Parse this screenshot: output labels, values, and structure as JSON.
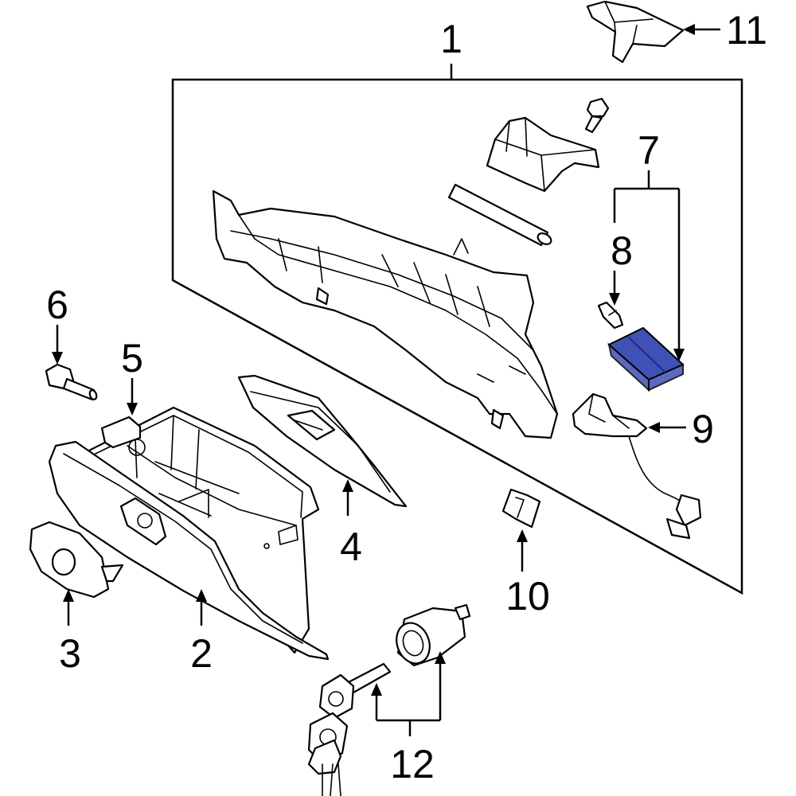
{
  "callouts": [
    {
      "id": "1",
      "text": "1"
    },
    {
      "id": "2",
      "text": "2"
    },
    {
      "id": "3",
      "text": "3"
    },
    {
      "id": "4",
      "text": "4"
    },
    {
      "id": "5",
      "text": "5"
    },
    {
      "id": "6",
      "text": "6"
    },
    {
      "id": "7",
      "text": "7"
    },
    {
      "id": "8",
      "text": "8"
    },
    {
      "id": "9",
      "text": "9"
    },
    {
      "id": "10",
      "text": "10"
    },
    {
      "id": "11",
      "text": "11"
    },
    {
      "id": "12",
      "text": "12"
    }
  ],
  "highlight_color": "#3f51b5"
}
